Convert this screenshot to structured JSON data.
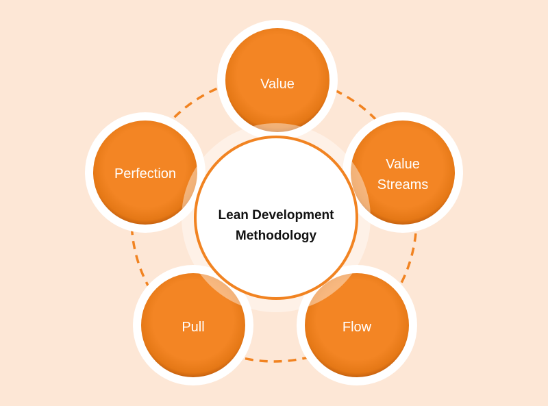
{
  "diagram": {
    "center": {
      "line1": "Lean Development",
      "line2": "Methodology"
    },
    "nodes": [
      {
        "id": "value",
        "lines": [
          "Value"
        ]
      },
      {
        "id": "value-streams",
        "lines": [
          "Value",
          "Streams"
        ]
      },
      {
        "id": "flow",
        "lines": [
          "Flow"
        ]
      },
      {
        "id": "pull",
        "lines": [
          "Pull"
        ]
      },
      {
        "id": "perfection",
        "lines": [
          "Perfection"
        ]
      }
    ],
    "colors": {
      "background": "#fde7d6",
      "accent": "#f18321",
      "node_fill": "#f18321",
      "node_ring": "#ffffff",
      "center_fill": "#ffffff",
      "center_text": "#111111",
      "node_text": "#ffffff",
      "connector": "#f18321"
    }
  }
}
